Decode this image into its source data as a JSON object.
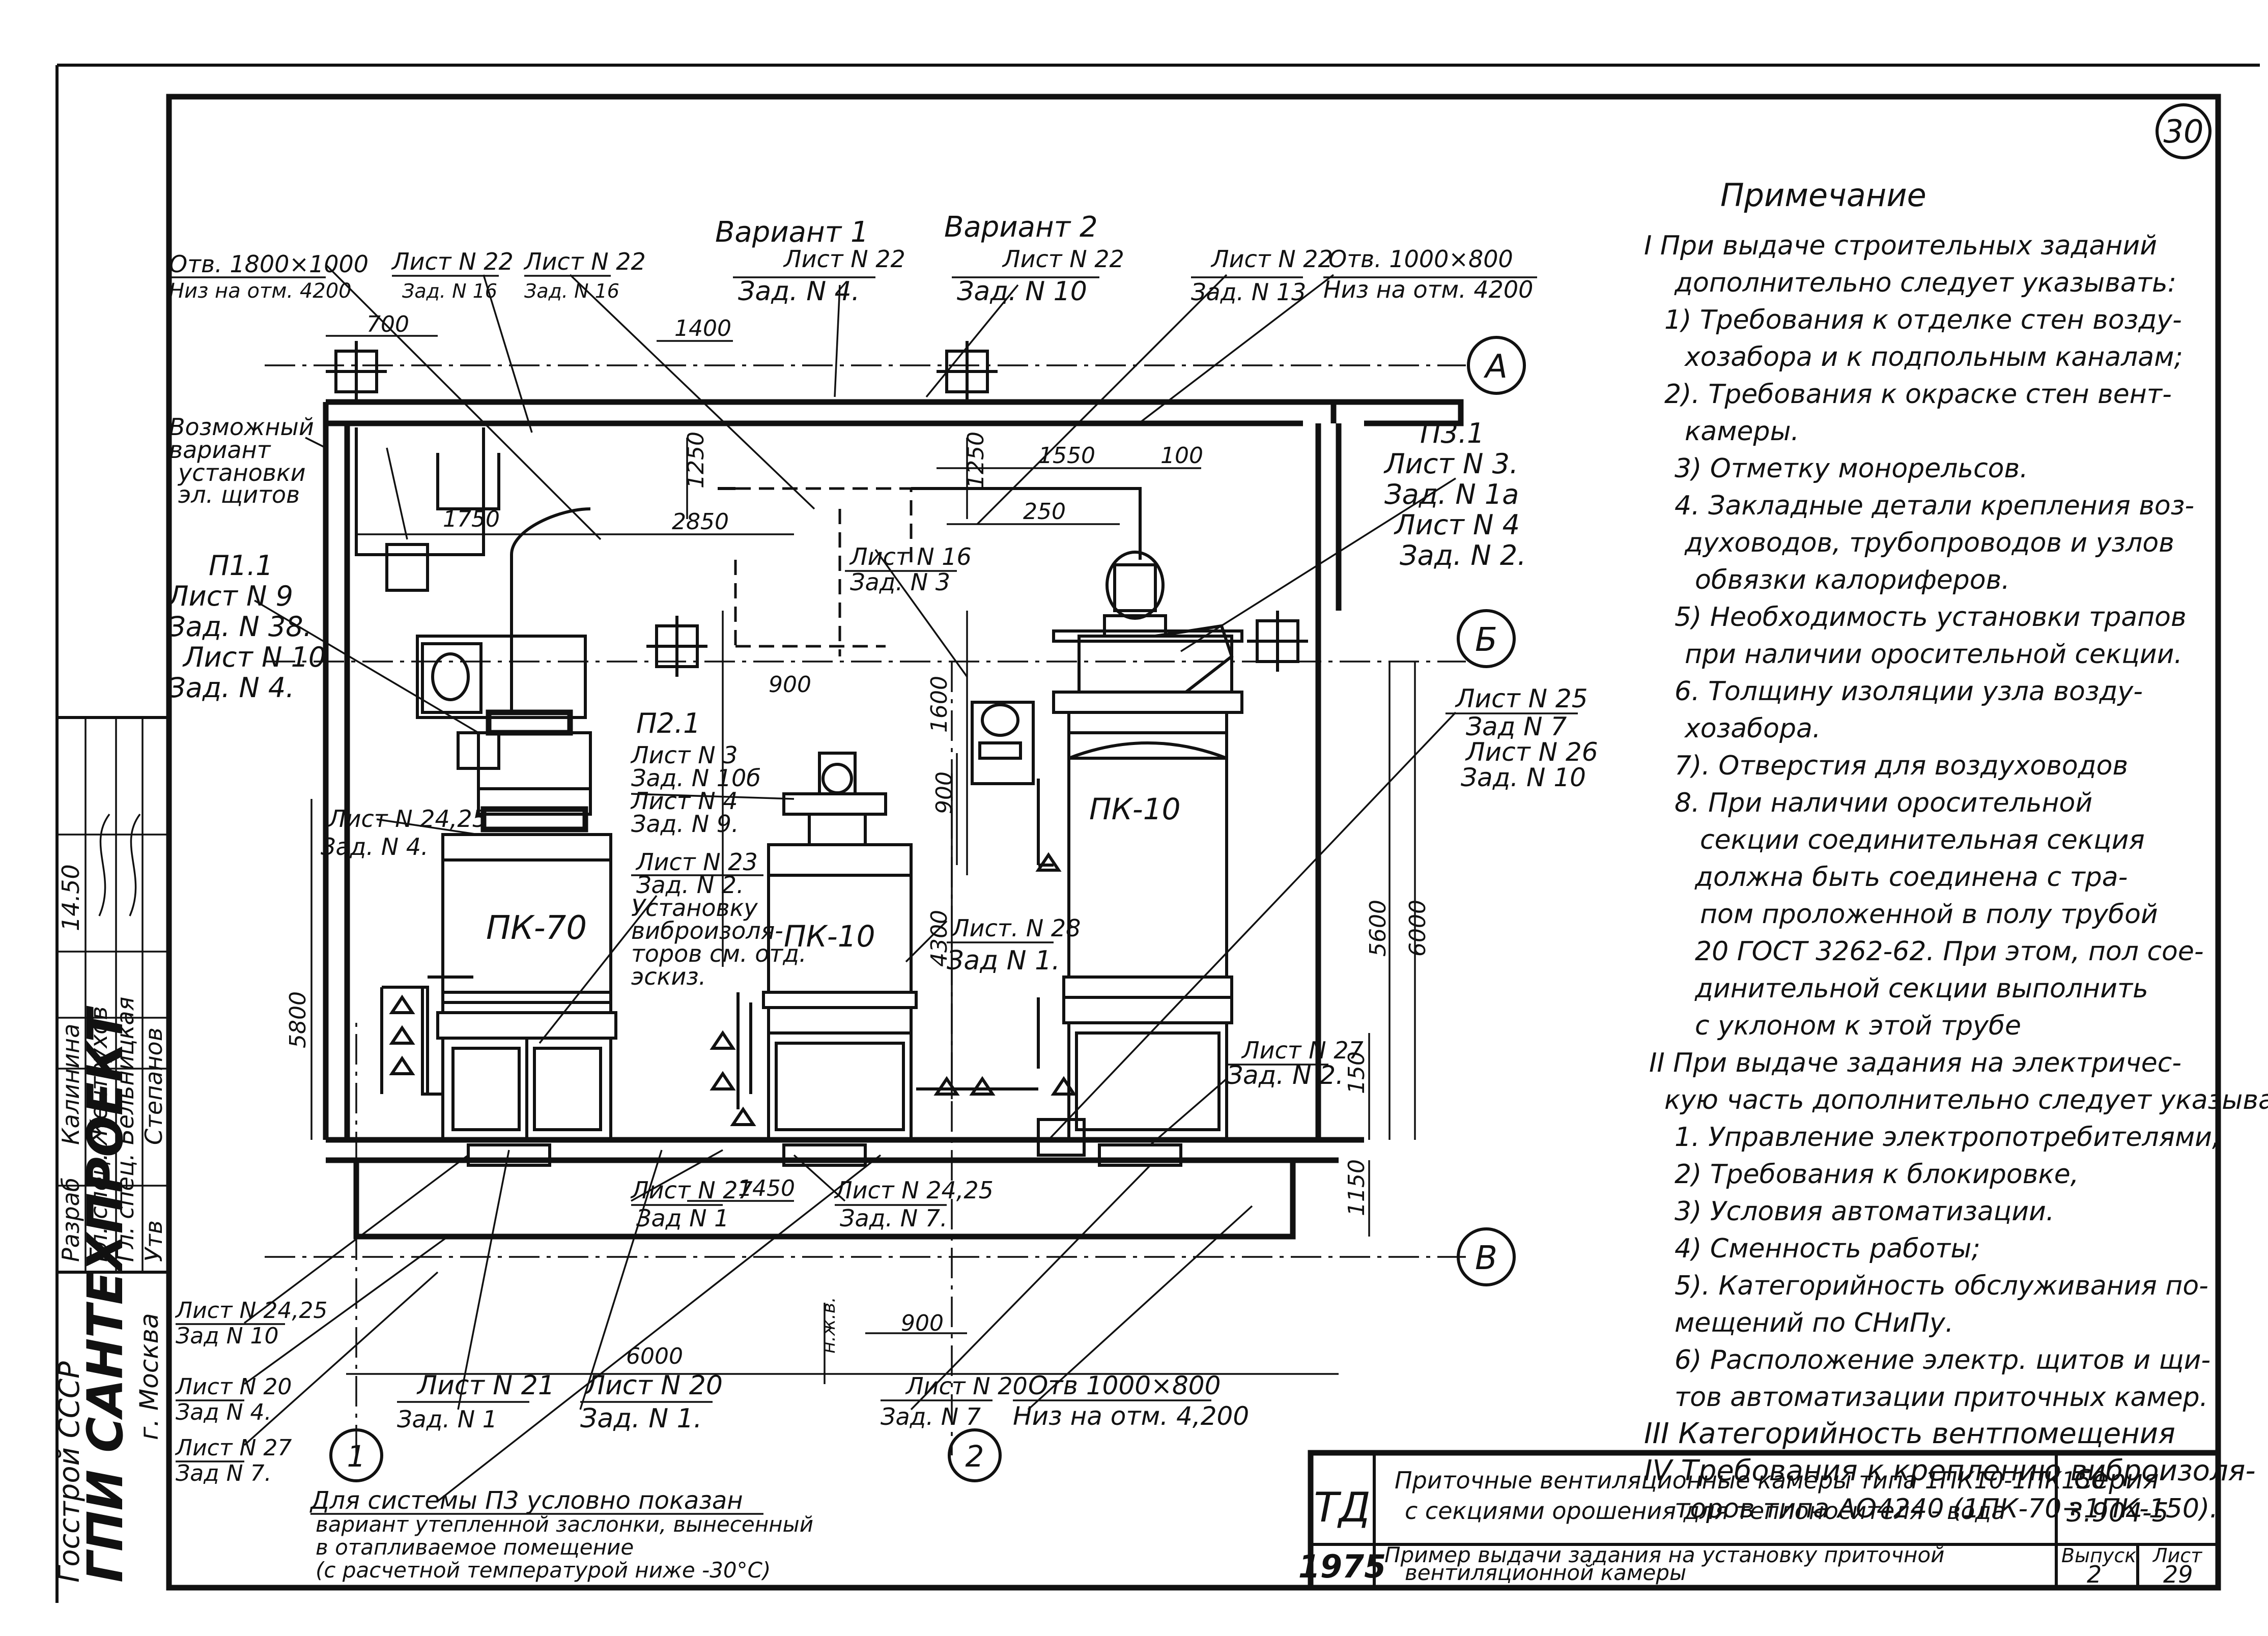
{
  "sheet": {
    "page_number": "30",
    "variant_1": "Вариант 1",
    "variant_2": "Вариант 2",
    "axes": {
      "a": "А",
      "b": "Б",
      "v": "В",
      "n1": "1",
      "n2": "2"
    }
  },
  "equipment": {
    "pk70": "ПК-70",
    "pk10_mid": "ПК-10",
    "pk10_right": "ПК-10"
  },
  "callouts": {
    "otv_left": [
      "Отв. 1800×1000",
      "Низ на отм. 4200"
    ],
    "list22_a": [
      "Лист N 22",
      "Зад. N 16"
    ],
    "list22_b": [
      "Лист N 22",
      "Зад. N 16"
    ],
    "list22_var1": [
      "Лист N 22",
      "Зад. N 4."
    ],
    "list22_var2": [
      "Лист N 22",
      "Зад. N 10"
    ],
    "list22_c": [
      "Лист N 22",
      "Зад. N 13"
    ],
    "otv_right": [
      "Отв. 1000×800",
      "Низ на отм. 4200"
    ],
    "possible_variant": [
      "Возможный",
      "вариант",
      "установки",
      "эл. щитов"
    ],
    "p11": [
      "П1.1",
      "Лист N 9",
      "Зад. N 38.",
      "Лист N 10",
      "Зад. N 4."
    ],
    "p31": [
      "П3.1",
      "Лист N 3.",
      "Зад. N 1а",
      "Лист N 4",
      "Зад. N 2."
    ],
    "list16": [
      "Лист N 16",
      "Зад. N 3"
    ],
    "p21": [
      "П2.1",
      "Лист N 3",
      "Зад. N 10б",
      "Лист N 4",
      "Зад. N 9."
    ],
    "list2425_left": [
      "Лист N 24,25",
      "Зад. N 4."
    ],
    "list23": [
      "Лист N 23",
      "Зад. N 2.",
      "Установку",
      "виброизоля-",
      "торов см. отд.",
      "эскиз."
    ],
    "list28": [
      "Лист. N 28",
      "Зад N 1."
    ],
    "list25": [
      "Лист N 25",
      "Зад N 7",
      "Лист N 26",
      "Зад. N 10"
    ],
    "list27_right": [
      "Лист N 27",
      "Зад. N 2."
    ],
    "list27_bottom": [
      "Лист N 27",
      "Зад N 1"
    ],
    "list2425_bottom": [
      "Лист N 24,25",
      "Зад. N 7."
    ],
    "list21": [
      "Лист N 21",
      "Зад. N 1"
    ],
    "list20_a": [
      "Лист N 20",
      "Зад. N 1."
    ],
    "list20_b": [
      "Лист N 20",
      "Зад. N 7"
    ],
    "otv_bottom": [
      "Отв 1000×800",
      "Низ на отм. 4,200"
    ],
    "left_column": [
      "Лист N 24,25",
      "Зад N 10",
      "Лист N 20",
      "Зад N 4.",
      "Лист N 27",
      "Зад N 7."
    ],
    "nzh": "н.ж.в.",
    "p3_note": [
      "Для системы П3 условно показан",
      "вариант утепленной заслонки, вынесенный",
      "в отапливаемое помещение",
      "(с расчетной температурой ниже -30°С)"
    ]
  },
  "dimensions": {
    "d700": "700",
    "d1400": "1400",
    "d1750": "1750",
    "d2850": "2850",
    "d1250a": "1250",
    "d1250b": "1250",
    "d1550": "1550",
    "d100": "100",
    "d250": "250",
    "d900a": "900",
    "d1600": "1600",
    "d900b": "900",
    "d4300": "4300",
    "d5800": "5800",
    "d5600": "5600",
    "d6000v": "6000",
    "d150": "150",
    "d1150": "1150",
    "d1450": "1450",
    "d6000h": "6000",
    "d900c": "900"
  },
  "notes": {
    "title": "Примечание",
    "lines": [
      "I При выдаче строительных заданий",
      "дополнительно следует указывать:",
      "1) Требования к отделке стен возду-",
      "хозабора и к подпольным каналам;",
      "2). Требования к окраске стен вент-",
      "камеры.",
      "3) Отметку монорельсов.",
      "4. Закладные детали крепления воз-",
      "духоводов, трубопроводов и узлов",
      "обвязки калориферов.",
      "5) Необходимость установки трапов",
      "при наличии оросительной секции.",
      "6. Толщину изоляции узла возду-",
      "хозабора.",
      "7). Отверстия для воздуховодов",
      "8. При наличии оросительной",
      "секции соединительная секция",
      "должна быть соединена с тра-",
      "пом проложенной в полу трубой",
      "20 ГОСТ 3262-62. При этом, пол сое-",
      "динительной секции выполнить",
      "с уклоном к этой трубе",
      "II При выдаче задания на электричес-",
      "кую часть дополнительно следует указывать",
      "1. Управление электропотребителями;",
      "2) Требования к блокировке,",
      "3) Условия автоматизации.",
      "4) Сменность работы;",
      "5). Категорийность обслуживания по-",
      "мещений по СНиПу.",
      "6) Расположение электр. щитов и щи-",
      "тов автоматизации приточных камер.",
      "III Категорийность вентпомещения",
      "IV Требования к креплению виброизоля-",
      "торов типа АО4240 (1ПК-70÷1ПК-150)."
    ]
  },
  "title_block": {
    "td": "ТД",
    "year": "1975",
    "line1": "Приточные вентиляционные камеры типа 1ПК10-1ПК150",
    "line2": "с секциями орошения для теплоносителя - вода",
    "line3": "Пример выдачи задания на установку приточной",
    "line4": "вентиляционной камеры",
    "series_label": "Серия",
    "series_value": "3.904-5",
    "issue_label": "Выпуск",
    "issue_value": "2",
    "sheet_label": "Лист",
    "sheet_value": "29"
  },
  "side_stamp": {
    "org1": "Госстрой СССР",
    "org2": "ГПИ САНТЕХПРОЕКТ",
    "city": "г. Москва",
    "roles": [
      "Разраб",
      "Гл. спец.",
      "Гл. спец.",
      "Утв"
    ],
    "names": [
      "Калинина",
      "Жентоухов",
      "Бельницкая",
      "Степанов"
    ],
    "sigs": [
      "14.50",
      "подпись",
      "подпись",
      ""
    ]
  }
}
